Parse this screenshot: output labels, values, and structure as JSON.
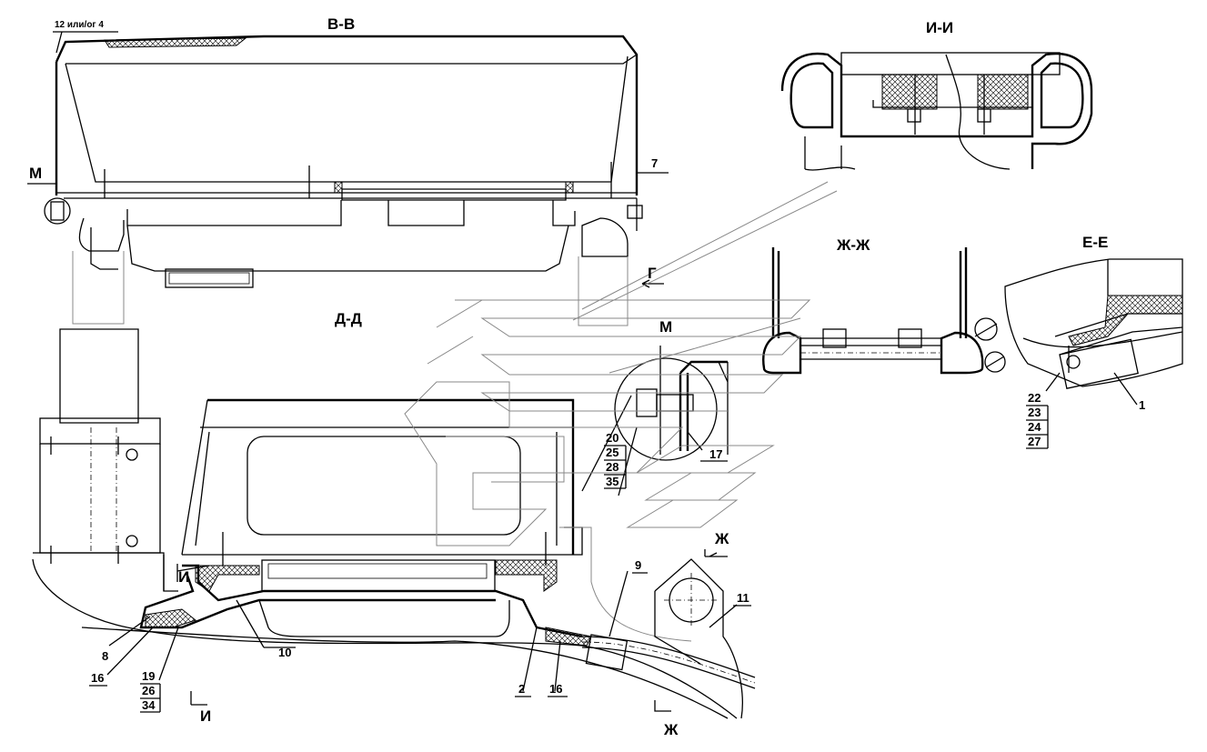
{
  "sections": {
    "vv": "В-В",
    "ii": "И-И",
    "zhzh": "Ж-Ж",
    "ee": "Е-Е",
    "dd": "Д-Д",
    "m": "М"
  },
  "view_markers": {
    "m_left": "М",
    "g_arrow": "Г",
    "i_top": "И",
    "i_bottom": "И",
    "zh_top": "Ж",
    "zh_bottom": "Ж"
  },
  "callouts": {
    "p12_4": "12 или/ог 4",
    "p7": "7",
    "p1": "1",
    "p22": "22",
    "p23": "23",
    "p24": "24",
    "p27": "27",
    "p20": "20",
    "p25": "25",
    "p28": "28",
    "p35": "35",
    "p17": "17",
    "p9": "9",
    "p11": "11",
    "p8": "8",
    "p16a": "16",
    "p19": "19",
    "p26": "26",
    "p34": "34",
    "p10": "10",
    "p2": "2",
    "p16b": "16"
  }
}
